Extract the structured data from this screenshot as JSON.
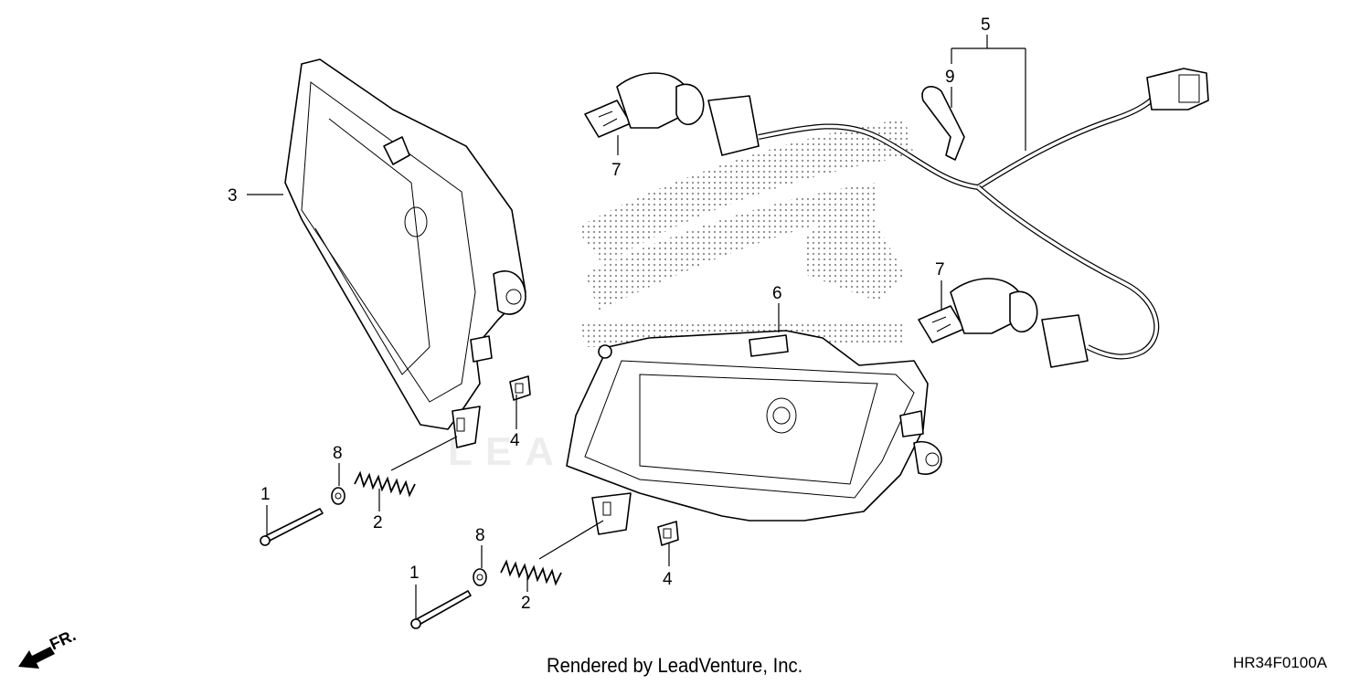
{
  "diagram": {
    "callouts": [
      {
        "id": "c1a",
        "text": "1"
      },
      {
        "id": "c1b",
        "text": "1"
      },
      {
        "id": "c2a",
        "text": "2"
      },
      {
        "id": "c2b",
        "text": "2"
      },
      {
        "id": "c3",
        "text": "3"
      },
      {
        "id": "c4a",
        "text": "4"
      },
      {
        "id": "c4b",
        "text": "4"
      },
      {
        "id": "c5",
        "text": "5"
      },
      {
        "id": "c6",
        "text": "6"
      },
      {
        "id": "c7a",
        "text": "7"
      },
      {
        "id": "c7b",
        "text": "7"
      },
      {
        "id": "c8a",
        "text": "8"
      },
      {
        "id": "c8b",
        "text": "8"
      },
      {
        "id": "c9",
        "text": "9"
      }
    ],
    "front_indicator": "FR.",
    "watermark": "LEADVENTURE"
  },
  "footer": {
    "credit": "Rendered by LeadVenture, Inc.",
    "diagram_code": "HR34F0100A"
  }
}
